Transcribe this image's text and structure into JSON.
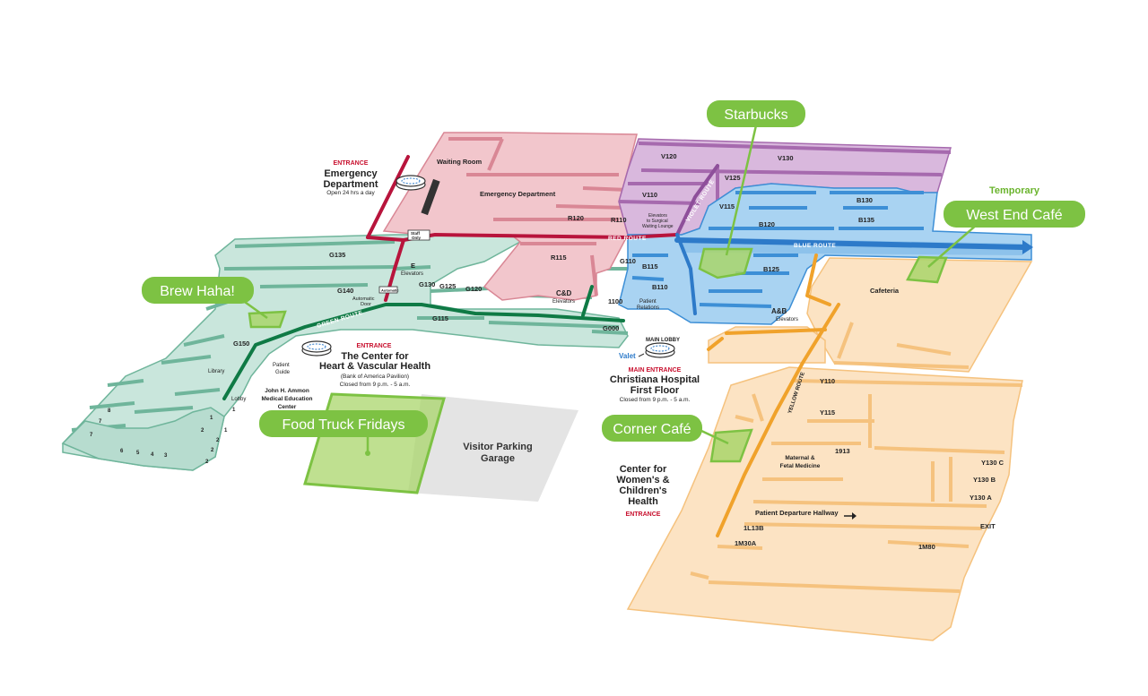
{
  "colors": {
    "green_zone": "#c9e6dc",
    "green_wall": "#6fb59b",
    "red_zone": "#f2c6cc",
    "red_wall": "#d98795",
    "purple_zone": "#d9b8dd",
    "purple_wall": "#a66aae",
    "blue_zone": "#a9d3f2",
    "blue_wall": "#3d8fd6",
    "yellow_zone": "#fce3c3",
    "yellow_wall": "#f5c27e",
    "callout_green": "#7dc243",
    "green_route": "#0f7a45",
    "red_route": "#b8143c",
    "blue_route": "#2d7ac9",
    "yellow_route": "#f0a22b",
    "purple_route": "#8e4f9a",
    "garage_gray": "#e4e4e4"
  },
  "callouts": {
    "starbucks": "Starbucks",
    "west_end_temp": "Temporary",
    "west_end": "West End Café",
    "brew_haha": "Brew Haha!",
    "food_truck": "Food Truck Fridays",
    "corner_cafe": "Corner Café"
  },
  "entrances": {
    "emergency": {
      "tag": "ENTRANCE",
      "title1": "Emergency",
      "title2": "Department",
      "sub": "Open 24 hrs a day"
    },
    "heart": {
      "tag": "ENTRANCE",
      "title1": "The Center for",
      "title2": "Heart & Vascular Health",
      "sub1": "(Bank of America Pavilion)",
      "sub2": "Closed from 9 p.m. - 5 a.m."
    },
    "main": {
      "tag": "MAIN ENTRANCE",
      "title1": "Christiana Hospital",
      "title2": "First Floor",
      "sub": "Closed from 9 p.m. - 5 a.m."
    },
    "women": {
      "title1": "Center for",
      "title2": "Women's &",
      "title3": "Children's",
      "title4": "Health",
      "tag": "ENTRANCE"
    }
  },
  "routes": {
    "red": "RED ROUTE",
    "red_vertical": "RED ROUTE",
    "violet": "VIOLET ROUTE",
    "blue": "BLUE ROUTE",
    "green": "GREEN ROUTE",
    "yellow": "YELLOW ROUTE"
  },
  "labels": {
    "waiting_room": "Waiting Room",
    "emergency_dept": "Emergency Department",
    "v120": "V120",
    "v130": "V130",
    "v125": "V125",
    "v110": "V110",
    "v115": "V115",
    "b130": "B130",
    "b135": "B135",
    "b120": "B120",
    "b125": "B125",
    "b115": "B115",
    "b110": "B110",
    "r120": "R120",
    "r110": "R110",
    "r115": "R115",
    "elev_surg1": "Elevators",
    "elev_surg2": "to Surgical",
    "elev_surg3": "Waiting Lounge",
    "staff_only1": "Staff",
    "staff_only2": "Only",
    "g135": "G135",
    "g140": "G140",
    "g130": "G130",
    "g125": "G125",
    "g120": "G120",
    "g110": "G110",
    "g115": "G115",
    "g150": "G150",
    "g000": "G000",
    "e_elev1": "E",
    "e_elev2": "Elevators",
    "cd_elev1": "C&D",
    "cd_elev2": "Elevators",
    "n1100": "1100",
    "patient_rel1": "Patient",
    "patient_rel2": "Relations",
    "ab_elev1": "A&B",
    "ab_elev2": "Elevators",
    "auto_door1": "Automatic",
    "auto_door2": "Door",
    "auto_door_box": "Automatic",
    "cafeteria": "Cafeteria",
    "main_lobby": "MAIN LOBBY",
    "valet": "Valet",
    "library": "Library",
    "lobby": "Lobby",
    "patient_guide1": "Patient",
    "patient_guide2": "Guide",
    "ammon1": "John H. Ammon",
    "ammon2": "Medical Education",
    "ammon3": "Center",
    "n8": "8",
    "n7a": "7",
    "n7b": "7",
    "n6": "6",
    "n5": "5",
    "n4": "4",
    "n3": "3",
    "n1a": "1",
    "n1b": "1",
    "n1c": "1",
    "n2a": "2",
    "n2b": "2",
    "n2c": "2",
    "n2d": "2",
    "garage1": "Visitor Parking",
    "garage2": "Garage",
    "y110": "Y110",
    "y115": "Y115",
    "maternal1": "Maternal &",
    "maternal2": "Fetal Medicine",
    "n1913": "1913",
    "y130c": "Y130 C",
    "y130b": "Y130 B",
    "y130a": "Y130 A",
    "departure": "Patient Departure Hallway",
    "exit": "EXIT",
    "l13b": "1L13B",
    "m30a": "1M30A",
    "m80": "1M80"
  }
}
